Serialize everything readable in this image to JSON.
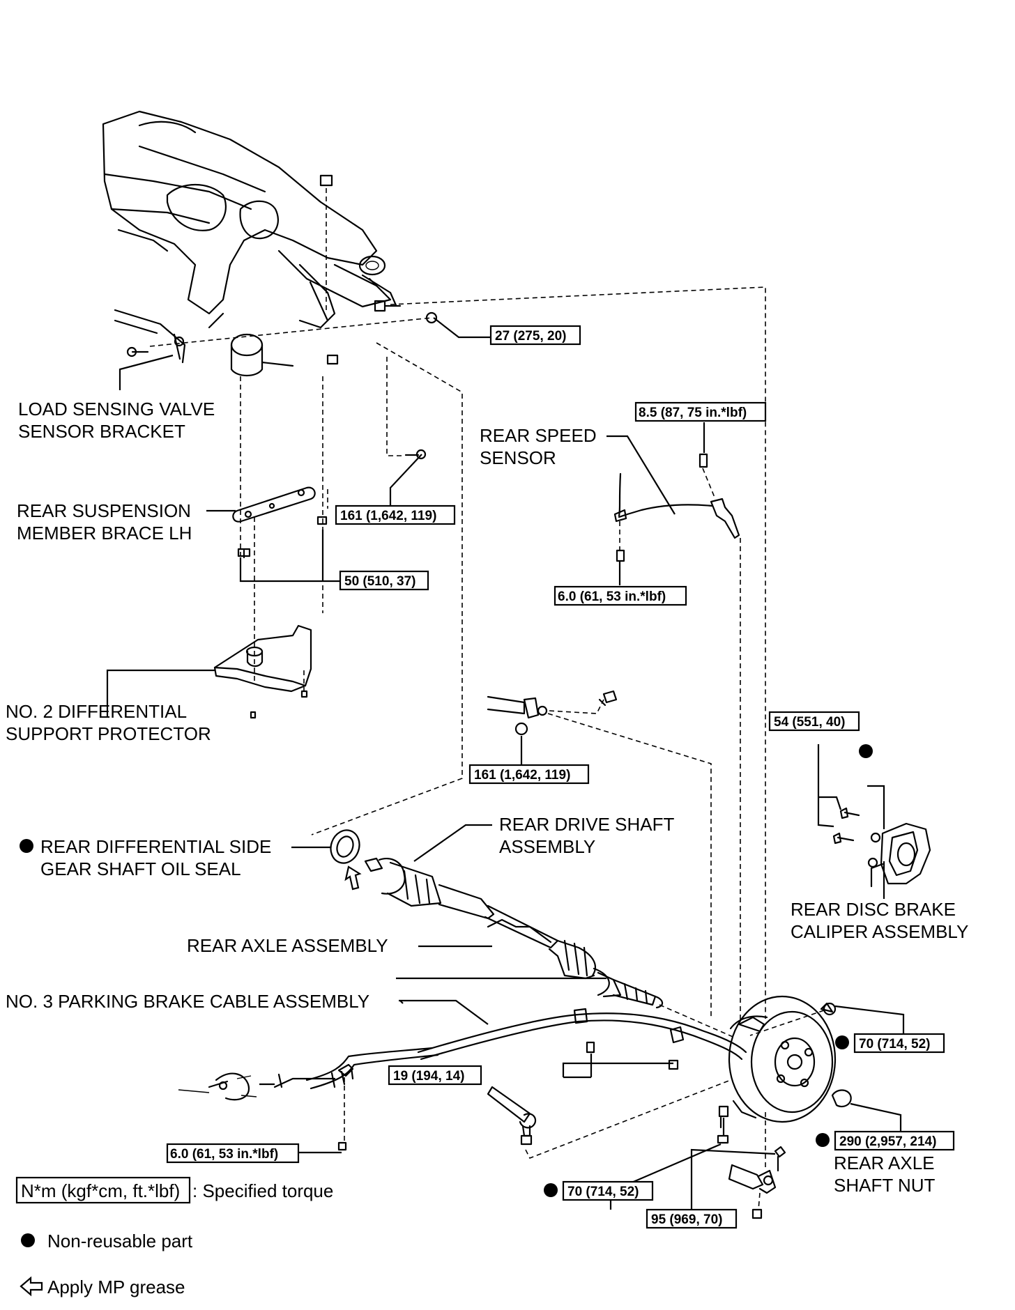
{
  "labels": {
    "load_sensing_1": "LOAD SENSING VALVE",
    "load_sensing_2": "SENSOR BRACKET",
    "rear_susp_1": "REAR SUSPENSION",
    "rear_susp_2": "MEMBER BRACE LH",
    "no2_diff_1": "NO. 2 DIFFERENTIAL",
    "no2_diff_2": "SUPPORT PROTECTOR",
    "rear_speed_1": "REAR SPEED",
    "rear_speed_2": "SENSOR",
    "oil_seal_1": "REAR DIFFERENTIAL SIDE",
    "oil_seal_2": "GEAR SHAFT OIL SEAL",
    "drive_shaft_1": "REAR DRIVE SHAFT",
    "drive_shaft_2": "ASSEMBLY",
    "rear_axle": "REAR AXLE ASSEMBLY",
    "parking_cable": "NO. 3 PARKING BRAKE CABLE ASSEMBLY",
    "caliper_1": "REAR DISC BRAKE",
    "caliper_2": "CALIPER ASSEMBLY",
    "shaft_nut_1": "REAR AXLE",
    "shaft_nut_2": "SHAFT NUT"
  },
  "torques": {
    "t27": "27 (275, 20)",
    "t85": "8.5 (87, 75 in.*lbf)",
    "t161a": "161 (1,642, 119)",
    "t50": "50 (510, 37)",
    "t60a": "6.0 (61, 53 in.*lbf)",
    "t161b": "161 (1,642, 119)",
    "t54": "54 (551, 40)",
    "t70a": "70 (714, 52)",
    "t19": "19 (194, 14)",
    "t290": "290 (2,957, 214)",
    "t60b": "6.0 (61, 53 in.*lbf)",
    "t70b": "70 (714, 52)",
    "t95": "95 (969, 70)"
  },
  "legend": {
    "torque_box": "N*m (kgf*cm, ft.*lbf)",
    "torque_text": ": Specified torque",
    "nonreusable": "Non-reusable part",
    "grease": "Apply MP grease"
  }
}
